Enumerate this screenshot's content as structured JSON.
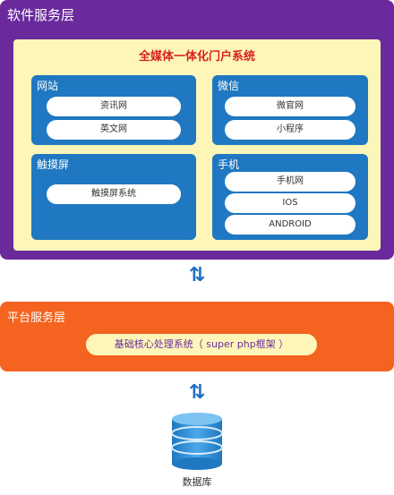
{
  "software_layer": {
    "title": "软件服务层",
    "portal_title": "全媒体一体化门户系统",
    "panels": [
      {
        "title": "网站",
        "items": [
          "资讯网",
          "英文网"
        ]
      },
      {
        "title": "微信",
        "items": [
          "微官网",
          "小程序"
        ]
      },
      {
        "title": "触摸屏",
        "items": [
          "触摸屏系统"
        ]
      },
      {
        "title": "手机",
        "items": [
          "手机网",
          "IOS",
          "ANDROID"
        ]
      }
    ]
  },
  "platform_layer": {
    "title": "平台服务层",
    "core": "基础核心处理系统（ super php框架 ）"
  },
  "database": {
    "label": "数据库"
  },
  "colors": {
    "software_bg": "#6a2a9b",
    "portal_bg": "#fdf6b8",
    "panel_bg": "#1f78c1",
    "platform_bg": "#f4631f",
    "portal_title": "#d91f1f"
  }
}
